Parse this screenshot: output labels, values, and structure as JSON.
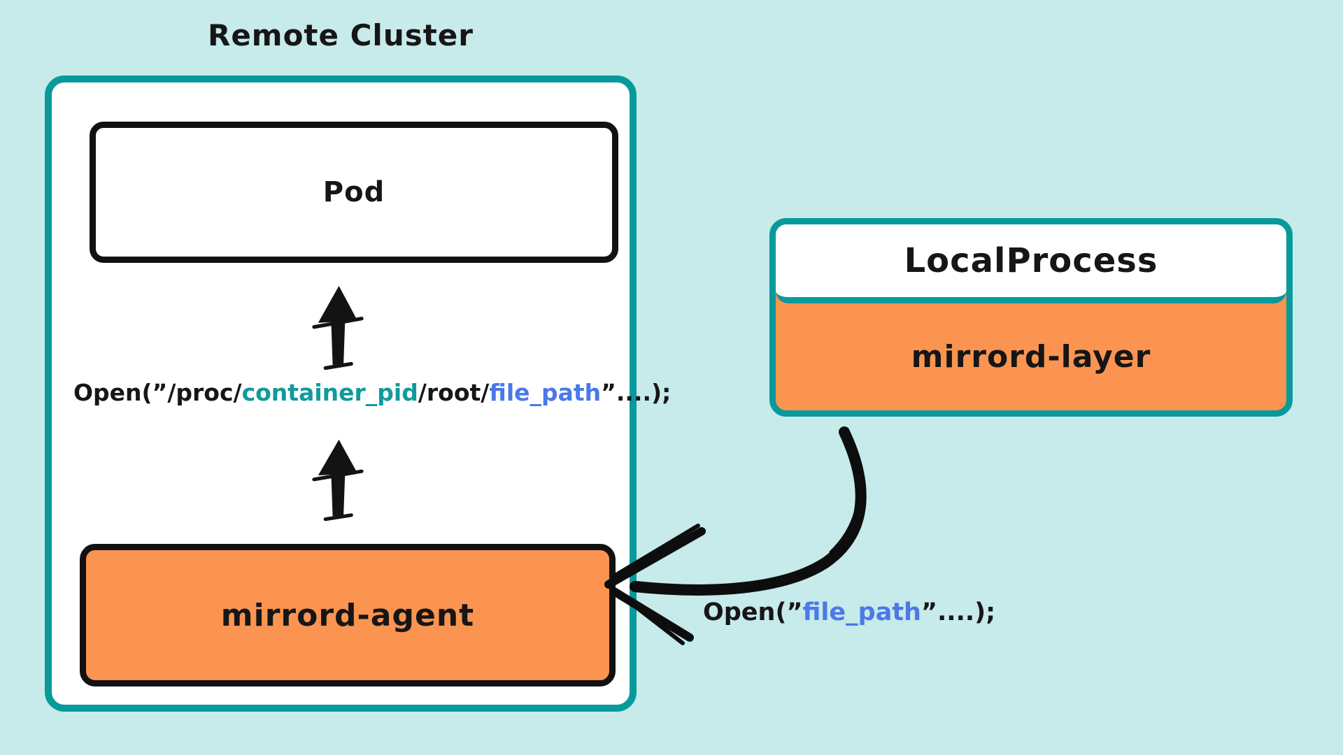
{
  "colors": {
    "background": "#c7eaea",
    "teal_border": "#089a9b",
    "orange_fill": "#fb9450",
    "ink": "#161616",
    "teal_token": "#12999c",
    "blue_token": "#4a79e8",
    "box_fill": "#ffffff"
  },
  "remote_cluster": {
    "title": "Remote Cluster",
    "pod_label": "Pod",
    "agent_label": "mirrord-agent",
    "syscall_parts": [
      {
        "text": "Open(”/proc/",
        "color": "#161616"
      },
      {
        "text": "container_pid",
        "color": "#12999c"
      },
      {
        "text": "/root/",
        "color": "#161616"
      },
      {
        "text": "file_path",
        "color": "#4a79e8"
      },
      {
        "text": "”....);",
        "color": "#161616"
      }
    ]
  },
  "local_process": {
    "title": "LocalProcess",
    "layer_label": "mirrord-layer",
    "syscall_parts": [
      {
        "text": "Open(”",
        "color": "#161616"
      },
      {
        "text": "file_path",
        "color": "#4a79e8"
      },
      {
        "text": "”....);",
        "color": "#161616"
      }
    ]
  },
  "icons": {
    "up_arrow": "hand-drawn upward arrow",
    "curved_arrow": "hand-drawn curved arrow pointing left"
  }
}
